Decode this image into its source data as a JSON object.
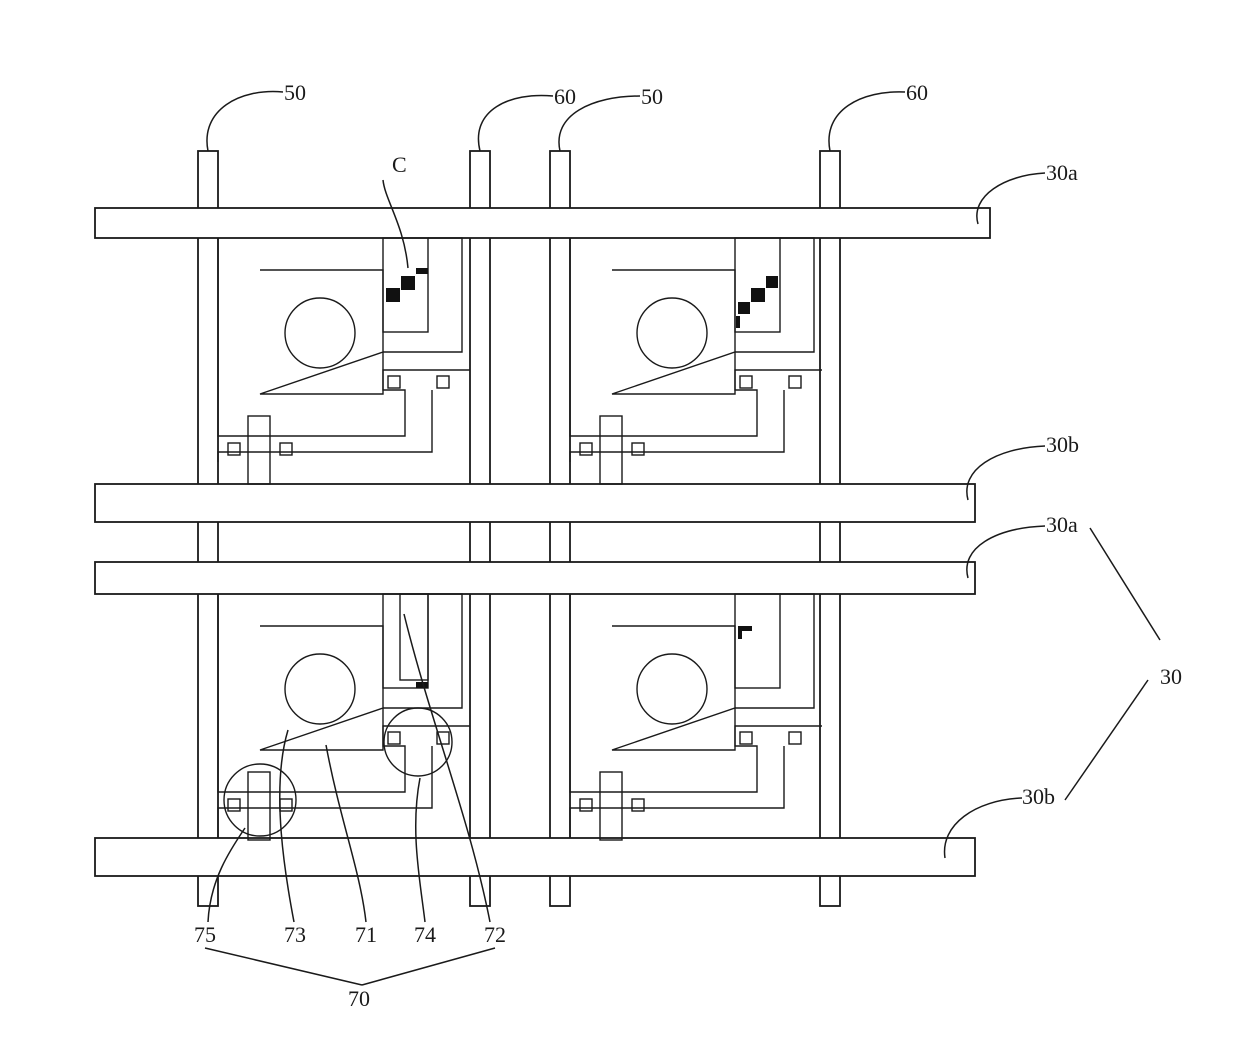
{
  "labels": {
    "data_line_left": "50",
    "power_line_left": "60",
    "data_line_right": "50",
    "power_line_right": "60",
    "scan_a_top": "30a",
    "scan_b_top": "30b",
    "scan_a_bottom": "30a",
    "scan_b_bottom": "30b",
    "scan_group": "30",
    "region_c": "C",
    "part_75": "75",
    "part_73": "73",
    "part_71": "71",
    "part_74": "74",
    "part_72": "72",
    "pixel_group": "70"
  }
}
